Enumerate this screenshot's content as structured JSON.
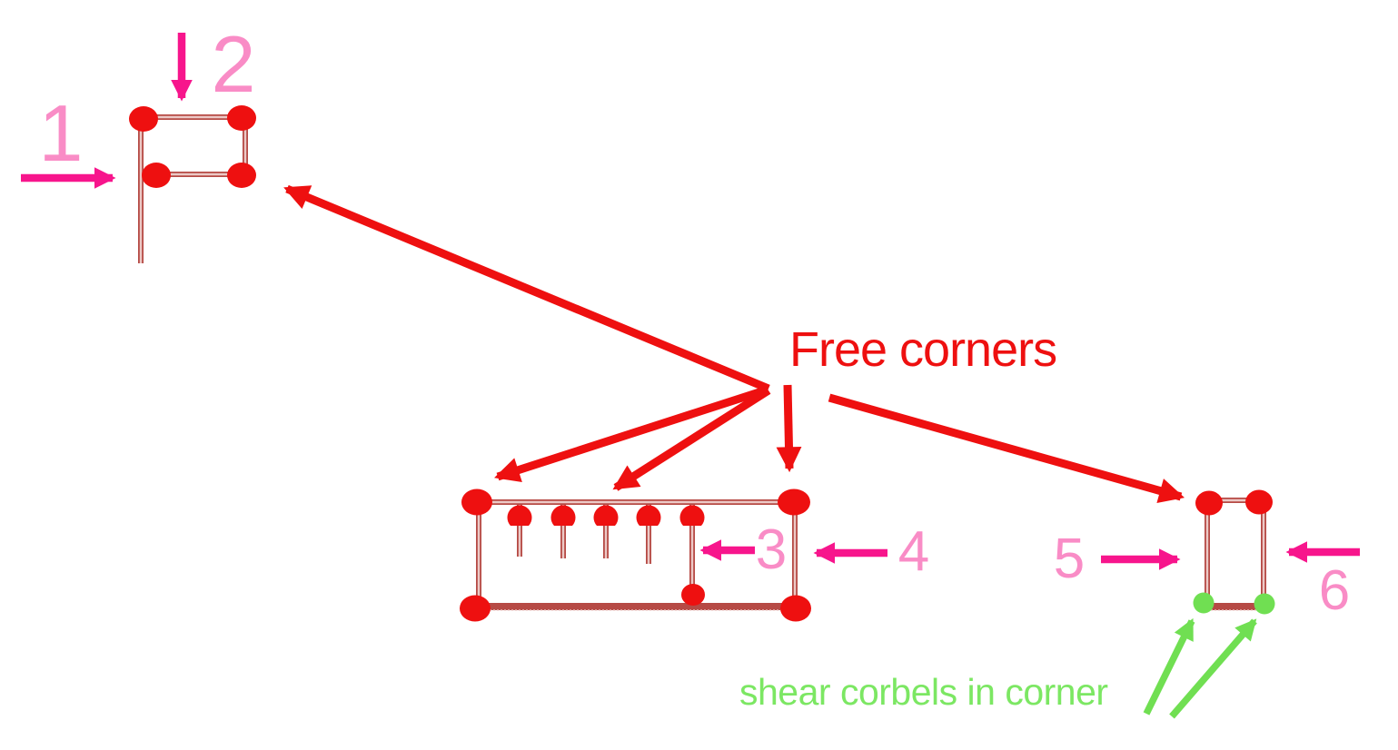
{
  "colors": {
    "red": "#ee1010",
    "magenta": "#f7158c",
    "pink": "#f98cc6",
    "green": "#70df52",
    "green_text": "#7ce763",
    "member": "#b64a45",
    "member_core": "#ecc9c6",
    "background": "#ffffff"
  },
  "labels": {
    "free_corners": "Free corners",
    "shear_corbels": "shear corbels in corner"
  },
  "callouts": [
    {
      "number": "1"
    },
    {
      "number": "2"
    },
    {
      "number": "3"
    },
    {
      "number": "4"
    },
    {
      "number": "5"
    },
    {
      "number": "6"
    }
  ]
}
